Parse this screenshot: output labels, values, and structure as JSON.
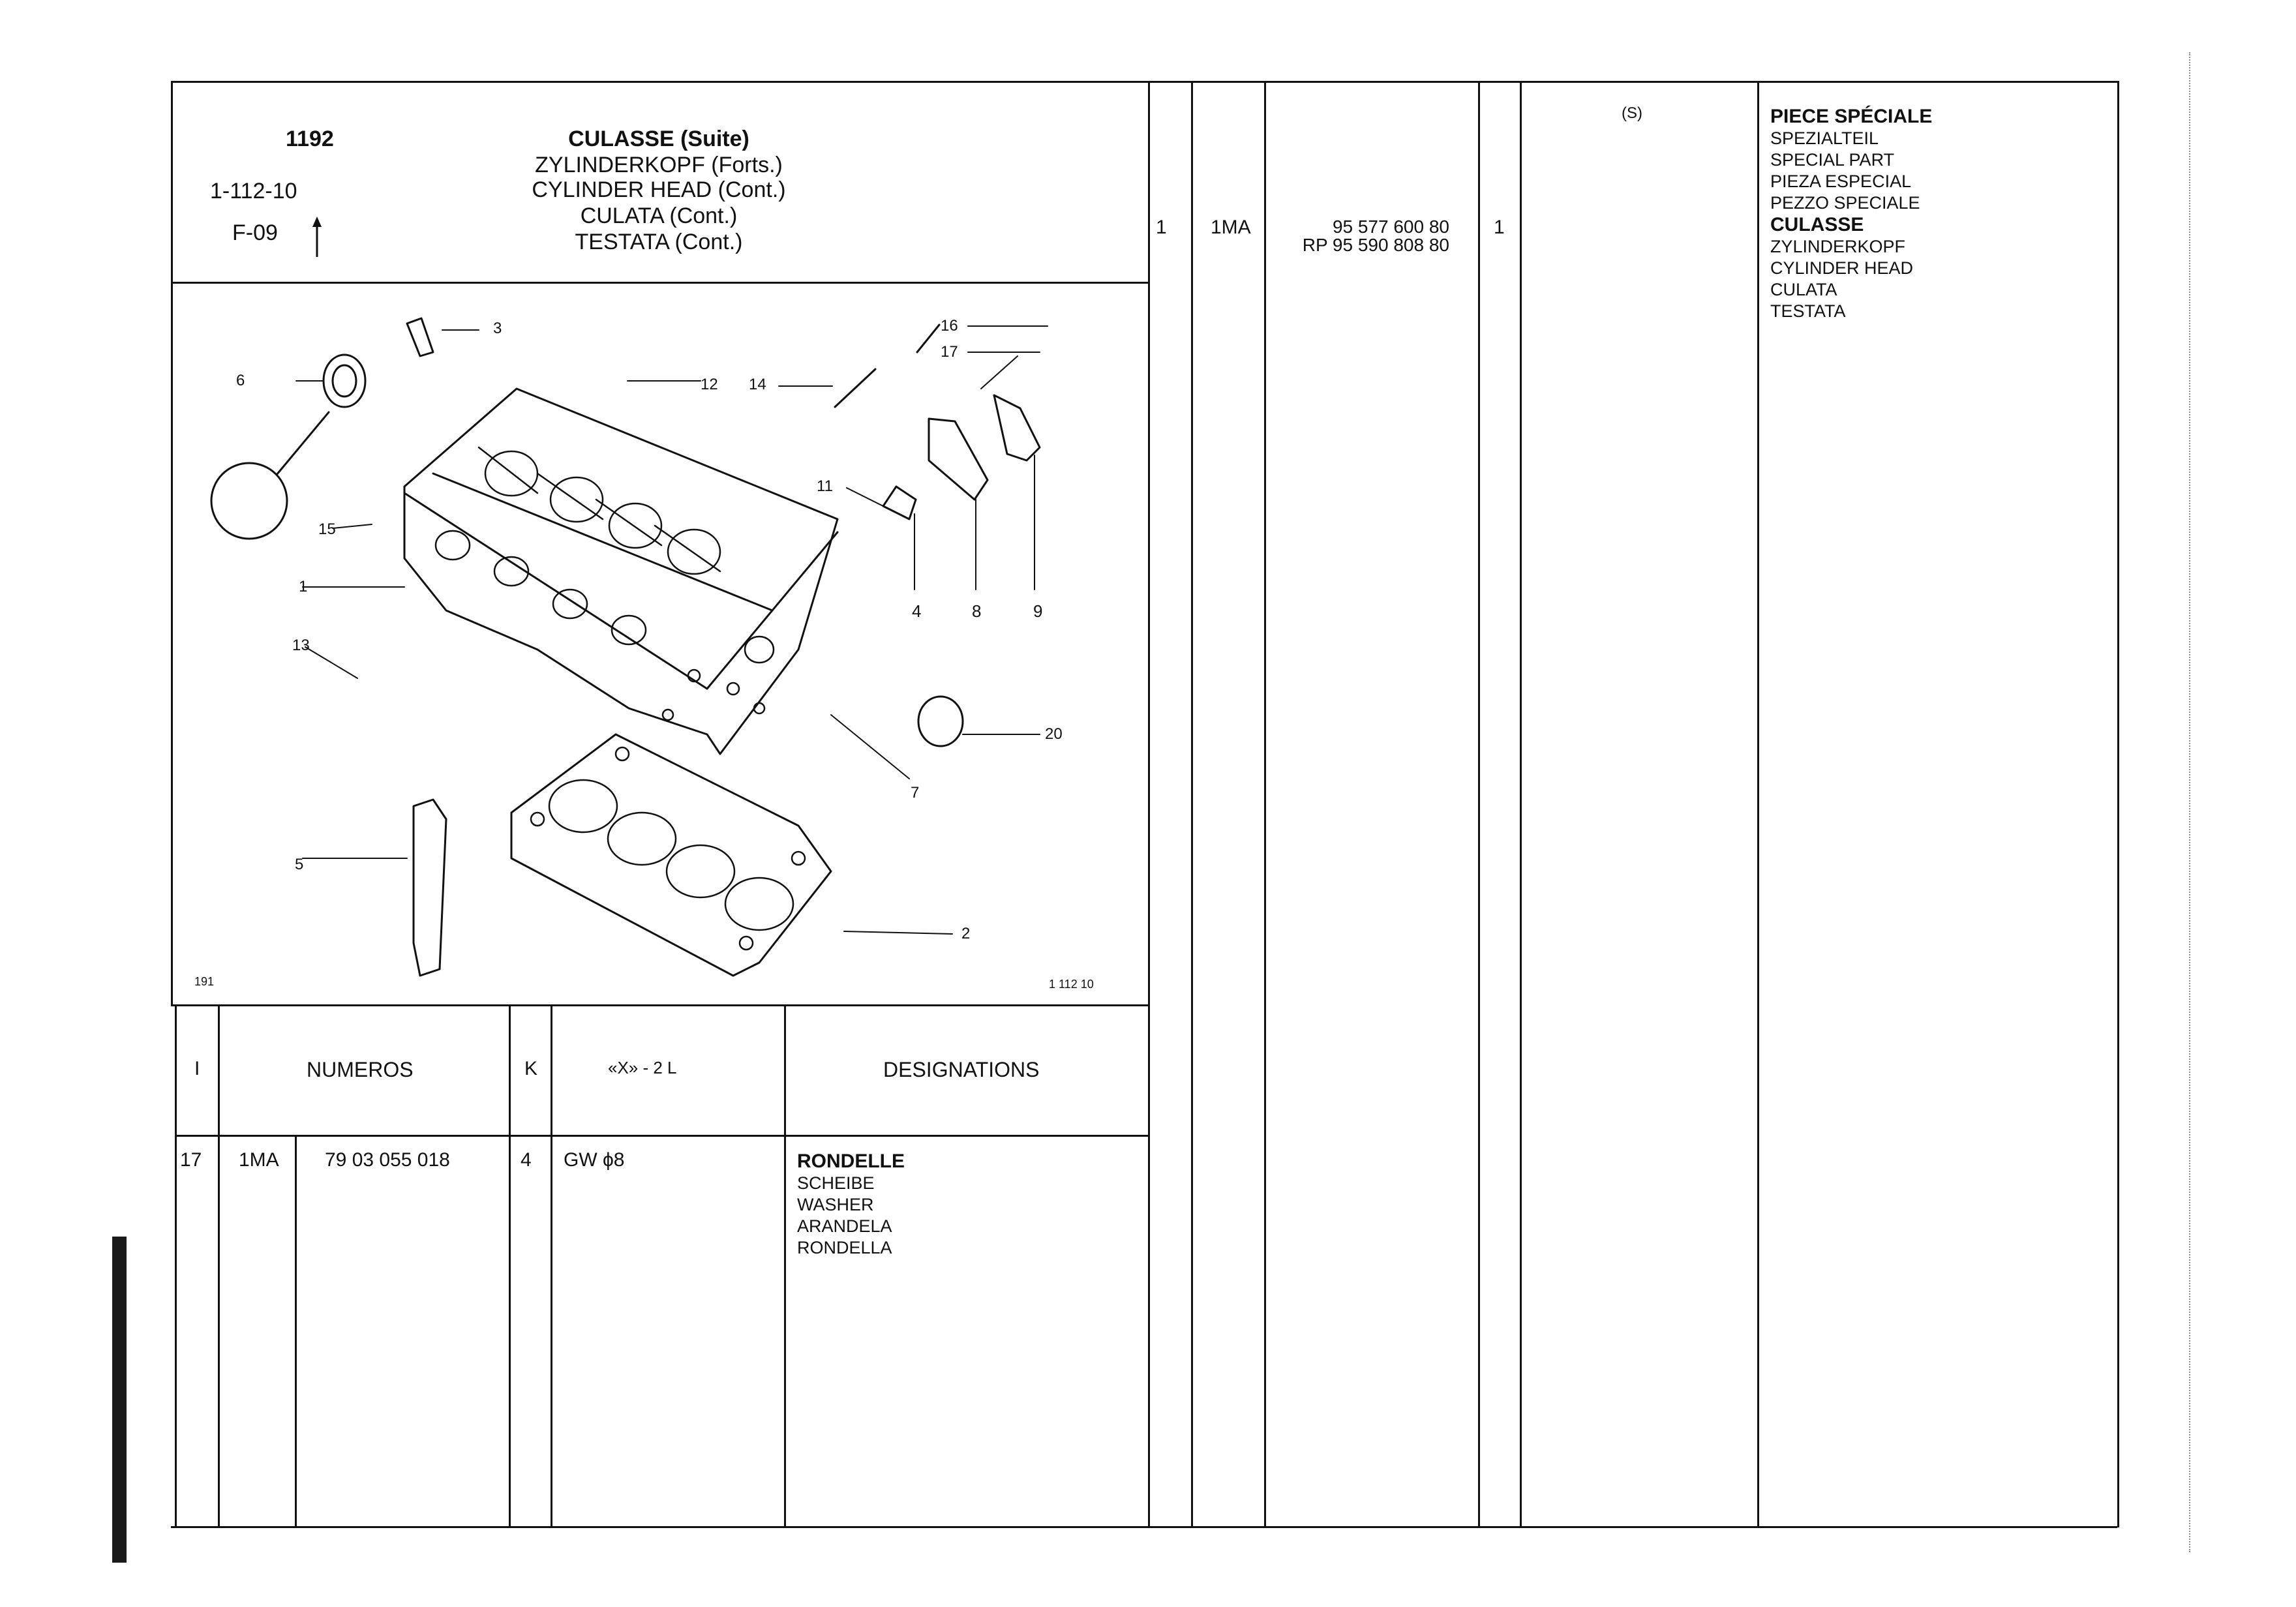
{
  "header": {
    "page_number": "1192",
    "group_code": "1-112-10",
    "sheet_ref": "F-09",
    "titles": [
      "CULASSE (Suite)",
      "ZYLINDERKOPF (Forts.)",
      "CYLINDER HEAD (Cont.)",
      "CULATA (Cont.)",
      "TESTATA (Cont.)"
    ]
  },
  "diagram": {
    "callouts": [
      "1",
      "2",
      "3",
      "4",
      "5",
      "6",
      "7",
      "8",
      "9",
      "11",
      "12",
      "13",
      "14",
      "15",
      "16",
      "17",
      "20"
    ],
    "footer_left": "191",
    "footer_right": "1 112 10"
  },
  "table_headers": {
    "col_index": "I",
    "col_numbers": "NUMEROS",
    "col_k": "K",
    "col_x": "«X» - 2 L",
    "col_designations": "DESIGNATIONS"
  },
  "rows": [
    {
      "index": "17",
      "code": "1MA",
      "part_number": "79 03 055 018",
      "qty": "4",
      "spec": "GW ϕ8",
      "designations": [
        "RONDELLE",
        "SCHEIBE",
        "WASHER",
        "ARANDELA",
        "RONDELLA"
      ]
    }
  ],
  "right_row": {
    "index": "1",
    "code": "1MA",
    "part_numbers": [
      "95 577 600 80",
      "RP 95 590 808 80"
    ],
    "qty": "1",
    "note": "(S)",
    "special_part": [
      "PIECE SPÉCIALE",
      "SPEZIALTEIL",
      "SPECIAL PART",
      "PIEZA ESPECIAL",
      "PEZZO SPECIALE"
    ],
    "designations": [
      "CULASSE",
      "ZYLINDERKOPF",
      "CYLINDER HEAD",
      "CULATA",
      "TESTATA"
    ]
  }
}
